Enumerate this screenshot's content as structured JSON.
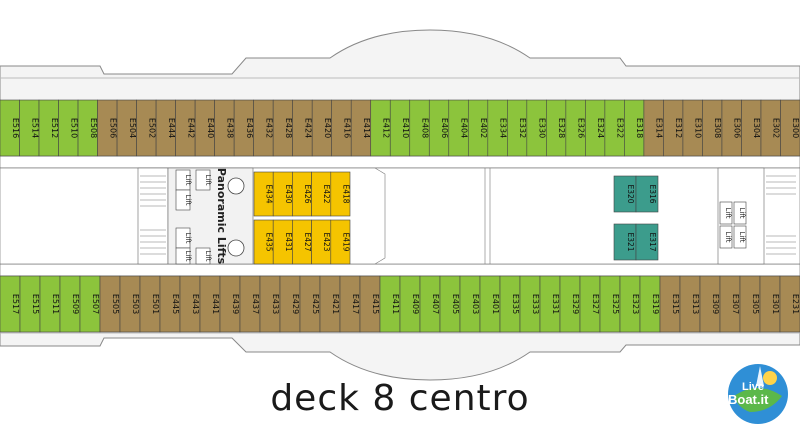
{
  "caption": "deck 8 centro",
  "logo": {
    "text_top": "Live",
    "text_bottom": "Boat.it"
  },
  "colors": {
    "green": "#8cc43c",
    "brown": "#a78a54",
    "yellow": "#f5c400",
    "teal": "#3c9c8c",
    "outline": "#444444",
    "hull": "#f4f4f4",
    "corridor": "#ffffff"
  },
  "cabins_top": [
    {
      "id": "E516",
      "c": "green"
    },
    {
      "id": "E514",
      "c": "green"
    },
    {
      "id": "E512",
      "c": "green"
    },
    {
      "id": "E510",
      "c": "green"
    },
    {
      "id": "E508",
      "c": "green"
    },
    {
      "id": "E506",
      "c": "brown"
    },
    {
      "id": "E504",
      "c": "brown"
    },
    {
      "id": "E502",
      "c": "brown"
    },
    {
      "id": "E444",
      "c": "brown"
    },
    {
      "id": "E442",
      "c": "brown"
    },
    {
      "id": "E440",
      "c": "brown"
    },
    {
      "id": "E438",
      "c": "brown"
    },
    {
      "id": "E436",
      "c": "brown"
    },
    {
      "id": "E432",
      "c": "brown"
    },
    {
      "id": "E428",
      "c": "brown"
    },
    {
      "id": "E424",
      "c": "brown"
    },
    {
      "id": "E420",
      "c": "brown"
    },
    {
      "id": "E416",
      "c": "brown"
    },
    {
      "id": "E414",
      "c": "brown"
    },
    {
      "id": "E412",
      "c": "green"
    },
    {
      "id": "E410",
      "c": "green"
    },
    {
      "id": "E408",
      "c": "green"
    },
    {
      "id": "E406",
      "c": "green"
    },
    {
      "id": "E404",
      "c": "green"
    },
    {
      "id": "E402",
      "c": "green"
    },
    {
      "id": "E334",
      "c": "green"
    },
    {
      "id": "E332",
      "c": "green"
    },
    {
      "id": "E330",
      "c": "green"
    },
    {
      "id": "E328",
      "c": "green"
    },
    {
      "id": "E326",
      "c": "green"
    },
    {
      "id": "E324",
      "c": "green"
    },
    {
      "id": "E322",
      "c": "green"
    },
    {
      "id": "E318",
      "c": "green"
    },
    {
      "id": "E314",
      "c": "brown"
    },
    {
      "id": "E312",
      "c": "brown"
    },
    {
      "id": "E310",
      "c": "brown"
    },
    {
      "id": "E308",
      "c": "brown"
    },
    {
      "id": "E306",
      "c": "brown"
    },
    {
      "id": "E304",
      "c": "brown"
    },
    {
      "id": "E302",
      "c": "brown"
    },
    {
      "id": "E300",
      "c": "brown"
    }
  ],
  "cabins_bottom": [
    {
      "id": "E517",
      "c": "green"
    },
    {
      "id": "E515",
      "c": "green"
    },
    {
      "id": "E511",
      "c": "green"
    },
    {
      "id": "E509",
      "c": "green"
    },
    {
      "id": "E507",
      "c": "green"
    },
    {
      "id": "E505",
      "c": "brown"
    },
    {
      "id": "E503",
      "c": "brown"
    },
    {
      "id": "E501",
      "c": "brown"
    },
    {
      "id": "E445",
      "c": "brown"
    },
    {
      "id": "E443",
      "c": "brown"
    },
    {
      "id": "E441",
      "c": "brown"
    },
    {
      "id": "E439",
      "c": "brown"
    },
    {
      "id": "E437",
      "c": "brown"
    },
    {
      "id": "E433",
      "c": "brown"
    },
    {
      "id": "E429",
      "c": "brown"
    },
    {
      "id": "E425",
      "c": "brown"
    },
    {
      "id": "E421",
      "c": "brown"
    },
    {
      "id": "E417",
      "c": "brown"
    },
    {
      "id": "E415",
      "c": "brown"
    },
    {
      "id": "E411",
      "c": "green"
    },
    {
      "id": "E409",
      "c": "green"
    },
    {
      "id": "E407",
      "c": "green"
    },
    {
      "id": "E405",
      "c": "green"
    },
    {
      "id": "E403",
      "c": "green"
    },
    {
      "id": "E401",
      "c": "green"
    },
    {
      "id": "E335",
      "c": "green"
    },
    {
      "id": "E333",
      "c": "green"
    },
    {
      "id": "E331",
      "c": "green"
    },
    {
      "id": "E329",
      "c": "green"
    },
    {
      "id": "E327",
      "c": "green"
    },
    {
      "id": "E325",
      "c": "green"
    },
    {
      "id": "E323",
      "c": "green"
    },
    {
      "id": "E319",
      "c": "green"
    },
    {
      "id": "E315",
      "c": "brown"
    },
    {
      "id": "E313",
      "c": "brown"
    },
    {
      "id": "E309",
      "c": "brown"
    },
    {
      "id": "E307",
      "c": "brown"
    },
    {
      "id": "E305",
      "c": "brown"
    },
    {
      "id": "E301",
      "c": "brown"
    },
    {
      "id": "E231",
      "c": "brown"
    }
  ],
  "inner_yellow_top": [
    "E434",
    "E430",
    "E426",
    "E422",
    "E418"
  ],
  "inner_yellow_bottom": [
    "E435",
    "E431",
    "E427",
    "E423",
    "E419"
  ],
  "inner_teal_top": [
    "E320",
    "E316"
  ],
  "inner_teal_bottom": [
    "E321",
    "E317"
  ],
  "lift_label": "Lift",
  "panoramic_label": "Panoramic Lifts"
}
